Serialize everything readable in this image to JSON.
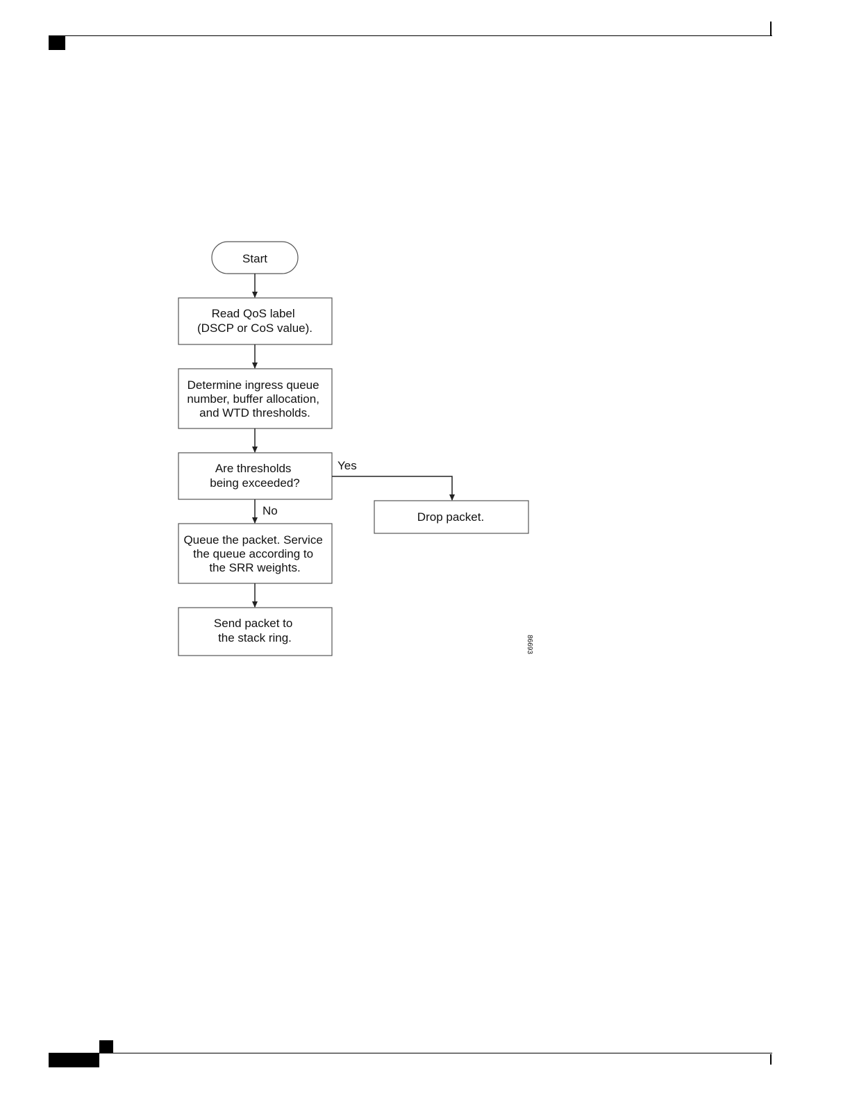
{
  "diagram": {
    "figure_id": "86693",
    "nodes": {
      "start": {
        "lines": [
          "Start"
        ]
      },
      "read_label": {
        "lines": [
          "Read QoS label",
          "(DSCP or CoS value)."
        ]
      },
      "determine_queue": {
        "lines": [
          "Determine ingress queue",
          "number, buffer allocation,",
          "and WTD thresholds."
        ]
      },
      "thresholds_decision": {
        "lines": [
          "Are thresholds",
          "being exceeded?"
        ]
      },
      "queue_packet": {
        "lines": [
          "Queue the packet. Service",
          "the queue according to",
          "the SRR weights."
        ]
      },
      "send_packet": {
        "lines": [
          "Send packet to",
          "the stack ring."
        ]
      },
      "drop_packet": {
        "lines": [
          "Drop packet."
        ]
      }
    },
    "edge_labels": {
      "yes": "Yes",
      "no": "No"
    }
  }
}
